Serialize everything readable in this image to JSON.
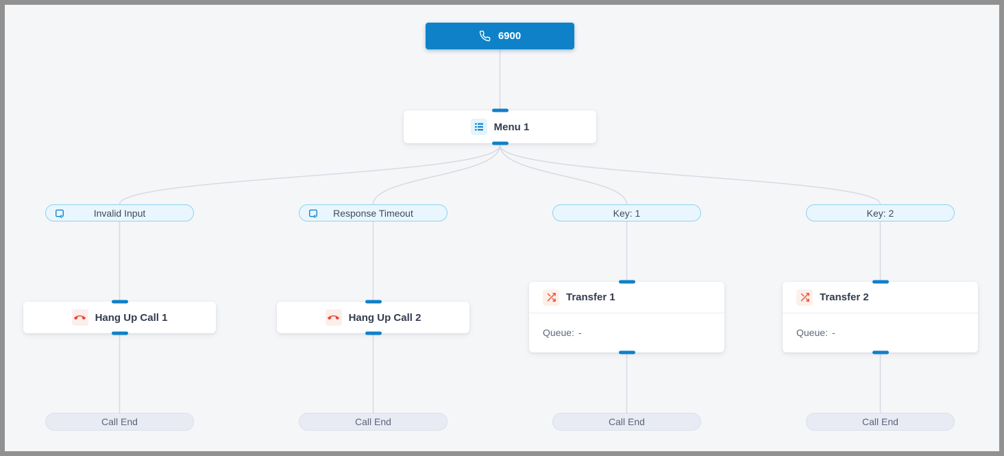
{
  "flow": {
    "entry": {
      "label": "6900",
      "icon": "phone-icon"
    },
    "menu": {
      "label": "Menu 1",
      "icon": "menu-list-icon"
    },
    "branches": [
      {
        "label": "Invalid Input",
        "icon": "repeat-icon"
      },
      {
        "label": "Response Timeout",
        "icon": "repeat-icon"
      },
      {
        "label": "Key: 1"
      },
      {
        "label": "Key: 2"
      }
    ],
    "actions": [
      {
        "type": "hangup",
        "label": "Hang Up Call 1",
        "icon": "hangup-icon"
      },
      {
        "type": "hangup",
        "label": "Hang Up Call 2",
        "icon": "hangup-icon"
      },
      {
        "type": "transfer",
        "label": "Transfer 1",
        "icon": "shuffle-icon",
        "detail_label": "Queue:",
        "detail_value": "-"
      },
      {
        "type": "transfer",
        "label": "Transfer 2",
        "icon": "shuffle-icon",
        "detail_label": "Queue:",
        "detail_value": "-"
      }
    ],
    "terminal_label": "Call End"
  },
  "colors": {
    "accent_blue": "#0e81c8",
    "port_blue": "#1080c8",
    "branch_border": "#8ed2f1",
    "branch_bg": "#e9f6fd",
    "hangup_red": "#e8473a",
    "transfer_red": "#ee4f3b",
    "edge_gray": "#d7dae3",
    "canvas_bg": "#f5f6f8"
  }
}
